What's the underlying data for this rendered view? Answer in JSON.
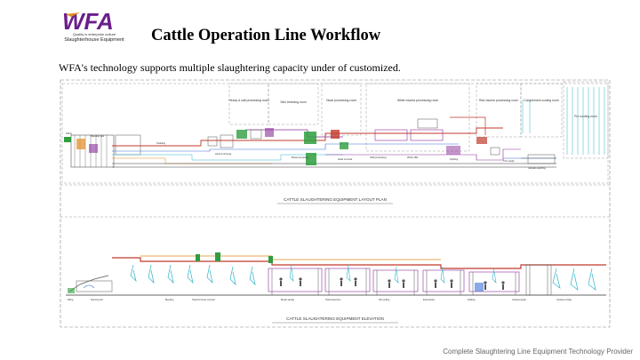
{
  "logo": {
    "brand": "WFA",
    "tagline": "Quality is enterprise culture",
    "subtitle": "Slaughterhouse Equipment"
  },
  "page": {
    "title": "Cattle Operation Line Workflow",
    "subtitle": "WFA's technology supports multiple slaughtering capacity under of customized."
  },
  "drawing": {
    "plan_title": "CATTLE SLAUGHTERING EQUIPMENT LAYOUT PLAN",
    "elevation_title": "CATTLE SLAUGHTERING EQUIPMENT ELEVATION",
    "room_labels": [
      "Heavy & calf processing room",
      "Skin trimming room",
      "Head processing room",
      "White viscera processing room",
      "Red viscera processing room",
      "Complement cooling room",
      "Pre-cooling room"
    ],
    "colors": {
      "line": "#555555",
      "rail_red": "#c0392b",
      "pipe_blue": "#3a6fd8",
      "pipe_cyan": "#2fb4c8",
      "green": "#2e9e3e",
      "purple": "#8a2d9a",
      "orange": "#e08a1e",
      "dashed": "#888888"
    }
  },
  "footer": {
    "text": "Complete Slaughtering Line Equipment Technology Provider"
  }
}
